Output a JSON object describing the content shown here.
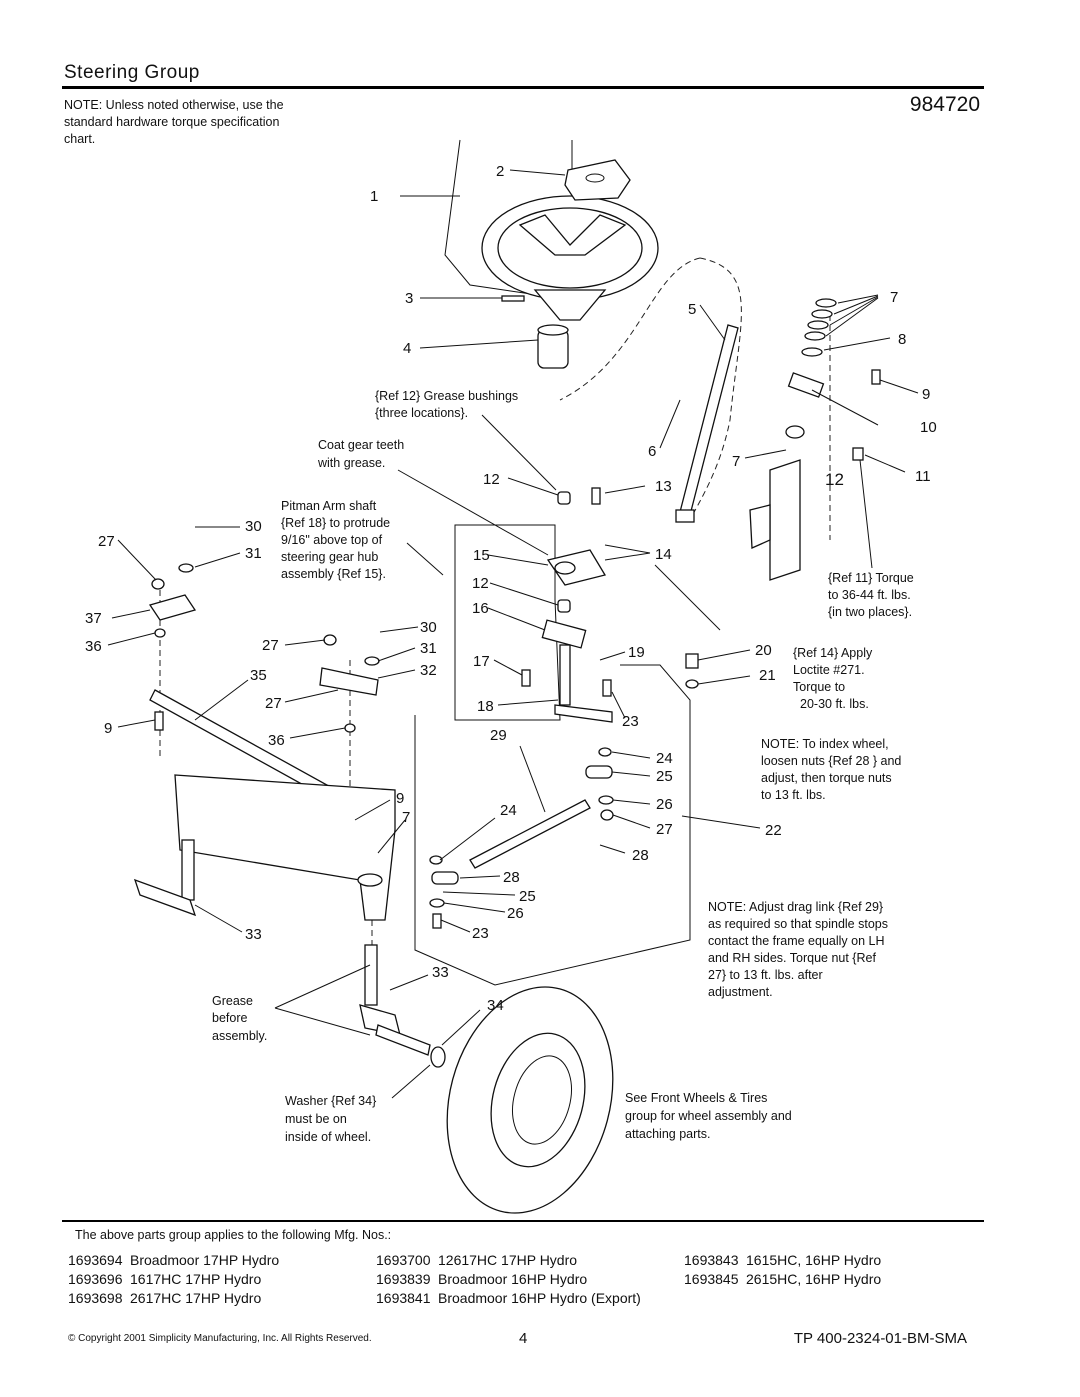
{
  "header": {
    "title": "Steering Group",
    "doc_number": "984720",
    "note": "NOTE: Unless noted otherwise, use the standard hardware torque specification chart."
  },
  "callouts": [
    "1",
    "2",
    "3",
    "4",
    "5",
    "6",
    "7",
    "7",
    "8",
    "9",
    "10",
    "11",
    "12",
    "12",
    "12",
    "13",
    "14",
    "15",
    "16",
    "17",
    "18",
    "19",
    "20",
    "21",
    "22",
    "23",
    "23",
    "24",
    "24",
    "25",
    "25",
    "26",
    "26",
    "27",
    "27",
    "27",
    "27",
    "28",
    "28",
    "29",
    "30",
    "30",
    "31",
    "31",
    "32",
    "33",
    "33",
    "34",
    "35",
    "36",
    "36",
    "37",
    "9",
    "7"
  ],
  "annotations": {
    "grease_bushings": [
      "{Ref 12} Grease bushings",
      "{three locations}."
    ],
    "coat_gear": [
      "Coat gear teeth",
      "with grease."
    ],
    "pitman": [
      "Pitman Arm shaft",
      "{Ref 18} to protrude",
      "9/16\" above top of",
      "steering gear hub",
      "assembly {Ref 15}."
    ],
    "ref11": [
      "{Ref 11} Torque",
      "to 36-44 ft. lbs.",
      "{in two places}."
    ],
    "ref14": [
      "{Ref 14} Apply",
      "Loctite #271.",
      "Torque to",
      "20-30 ft. lbs."
    ],
    "index_wheel": [
      "NOTE: To index wheel,",
      " loosen nuts {Ref 28 } and",
      "adjust, then torque nuts",
      "to 13 ft. lbs."
    ],
    "drag_link": [
      "NOTE: Adjust drag link {Ref 29}",
      "as required so that spindle stops",
      "contact the frame equally on LH",
      "and RH sides. Torque nut {Ref",
      "27} to 13 ft. lbs. after",
      "adjustment."
    ],
    "grease_before": [
      "Grease",
      "before",
      "assembly."
    ],
    "washer": [
      "Washer {Ref 34}",
      "must be on",
      "inside of wheel."
    ],
    "front_wheels": [
      "See Front Wheels & Tires",
      "group for wheel assembly and",
      "attaching parts."
    ]
  },
  "applies_text": "The above parts group applies to the following Mfg. Nos.:",
  "mfg_numbers": [
    [
      {
        "num": "1693694",
        "model": "Broadmoor 17HP Hydro"
      },
      {
        "num": "1693696",
        "model": "1617HC 17HP Hydro"
      },
      {
        "num": "1693698",
        "model": "2617HC 17HP Hydro"
      }
    ],
    [
      {
        "num": "1693700",
        "model": "12617HC 17HP Hydro"
      },
      {
        "num": "1693839",
        "model": "Broadmoor 16HP Hydro"
      },
      {
        "num": "1693841",
        "model": "Broadmoor 16HP Hydro (Export)"
      }
    ],
    [
      {
        "num": "1693843",
        "model": "1615HC, 16HP Hydro"
      },
      {
        "num": "1693845",
        "model": "2615HC, 16HP Hydro"
      }
    ]
  ],
  "footer": {
    "copyright": "© Copyright 2001 Simplicity Manufacturing, Inc. All Rights Reserved.",
    "page": "4",
    "tp": "TP 400-2324-01-BM-SMA"
  }
}
